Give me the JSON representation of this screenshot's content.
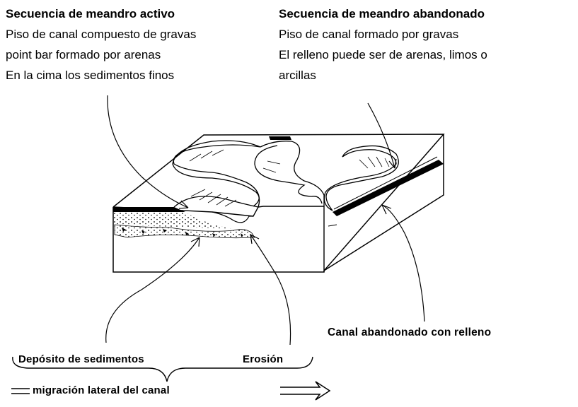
{
  "left_block": {
    "title": "Secuencia de meandro activo",
    "lines": [
      "Piso de canal compuesto de gravas",
      "point bar formado por arenas",
      "En la cima los sedimentos finos"
    ]
  },
  "right_block": {
    "title": "Secuencia de meandro abandonado",
    "lines": [
      "Piso de canal formado por gravas",
      "El relleno puede ser de arenas, limos o",
      "arcillas"
    ]
  },
  "labels": {
    "canal_abandonado": "Canal abandonado con relleno",
    "deposito": "Depósito de sedimentos",
    "erosion": "Erosión",
    "migracion": "migración  lateral del canal"
  }
}
